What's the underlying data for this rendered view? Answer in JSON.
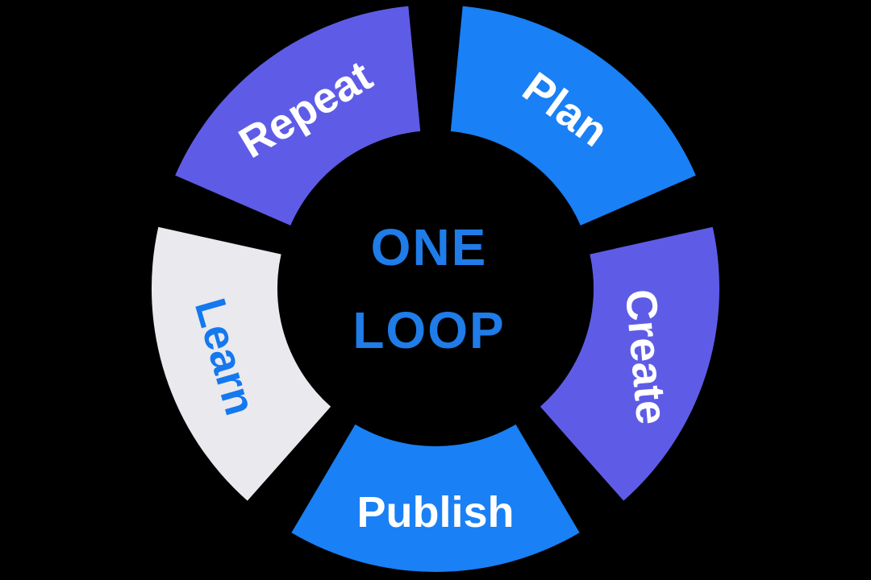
{
  "diagram": {
    "title_line1": "ONE",
    "title_line2": "LOOP",
    "title_color": "#1f7ce8",
    "background_color": "#000000",
    "segments": [
      {
        "label": "Plan",
        "color": "#1a80f5",
        "label_color": "#ffffff"
      },
      {
        "label": "Create",
        "color": "#5e5ce6",
        "label_color": "#ffffff"
      },
      {
        "label": "Publish",
        "color": "#1a80f5",
        "label_color": "#ffffff"
      },
      {
        "label": "Learn",
        "color": "#e9e9ee",
        "label_color": "#1478ef"
      },
      {
        "label": "Repeat",
        "color": "#5e5ce6",
        "label_color": "#ffffff"
      }
    ]
  }
}
